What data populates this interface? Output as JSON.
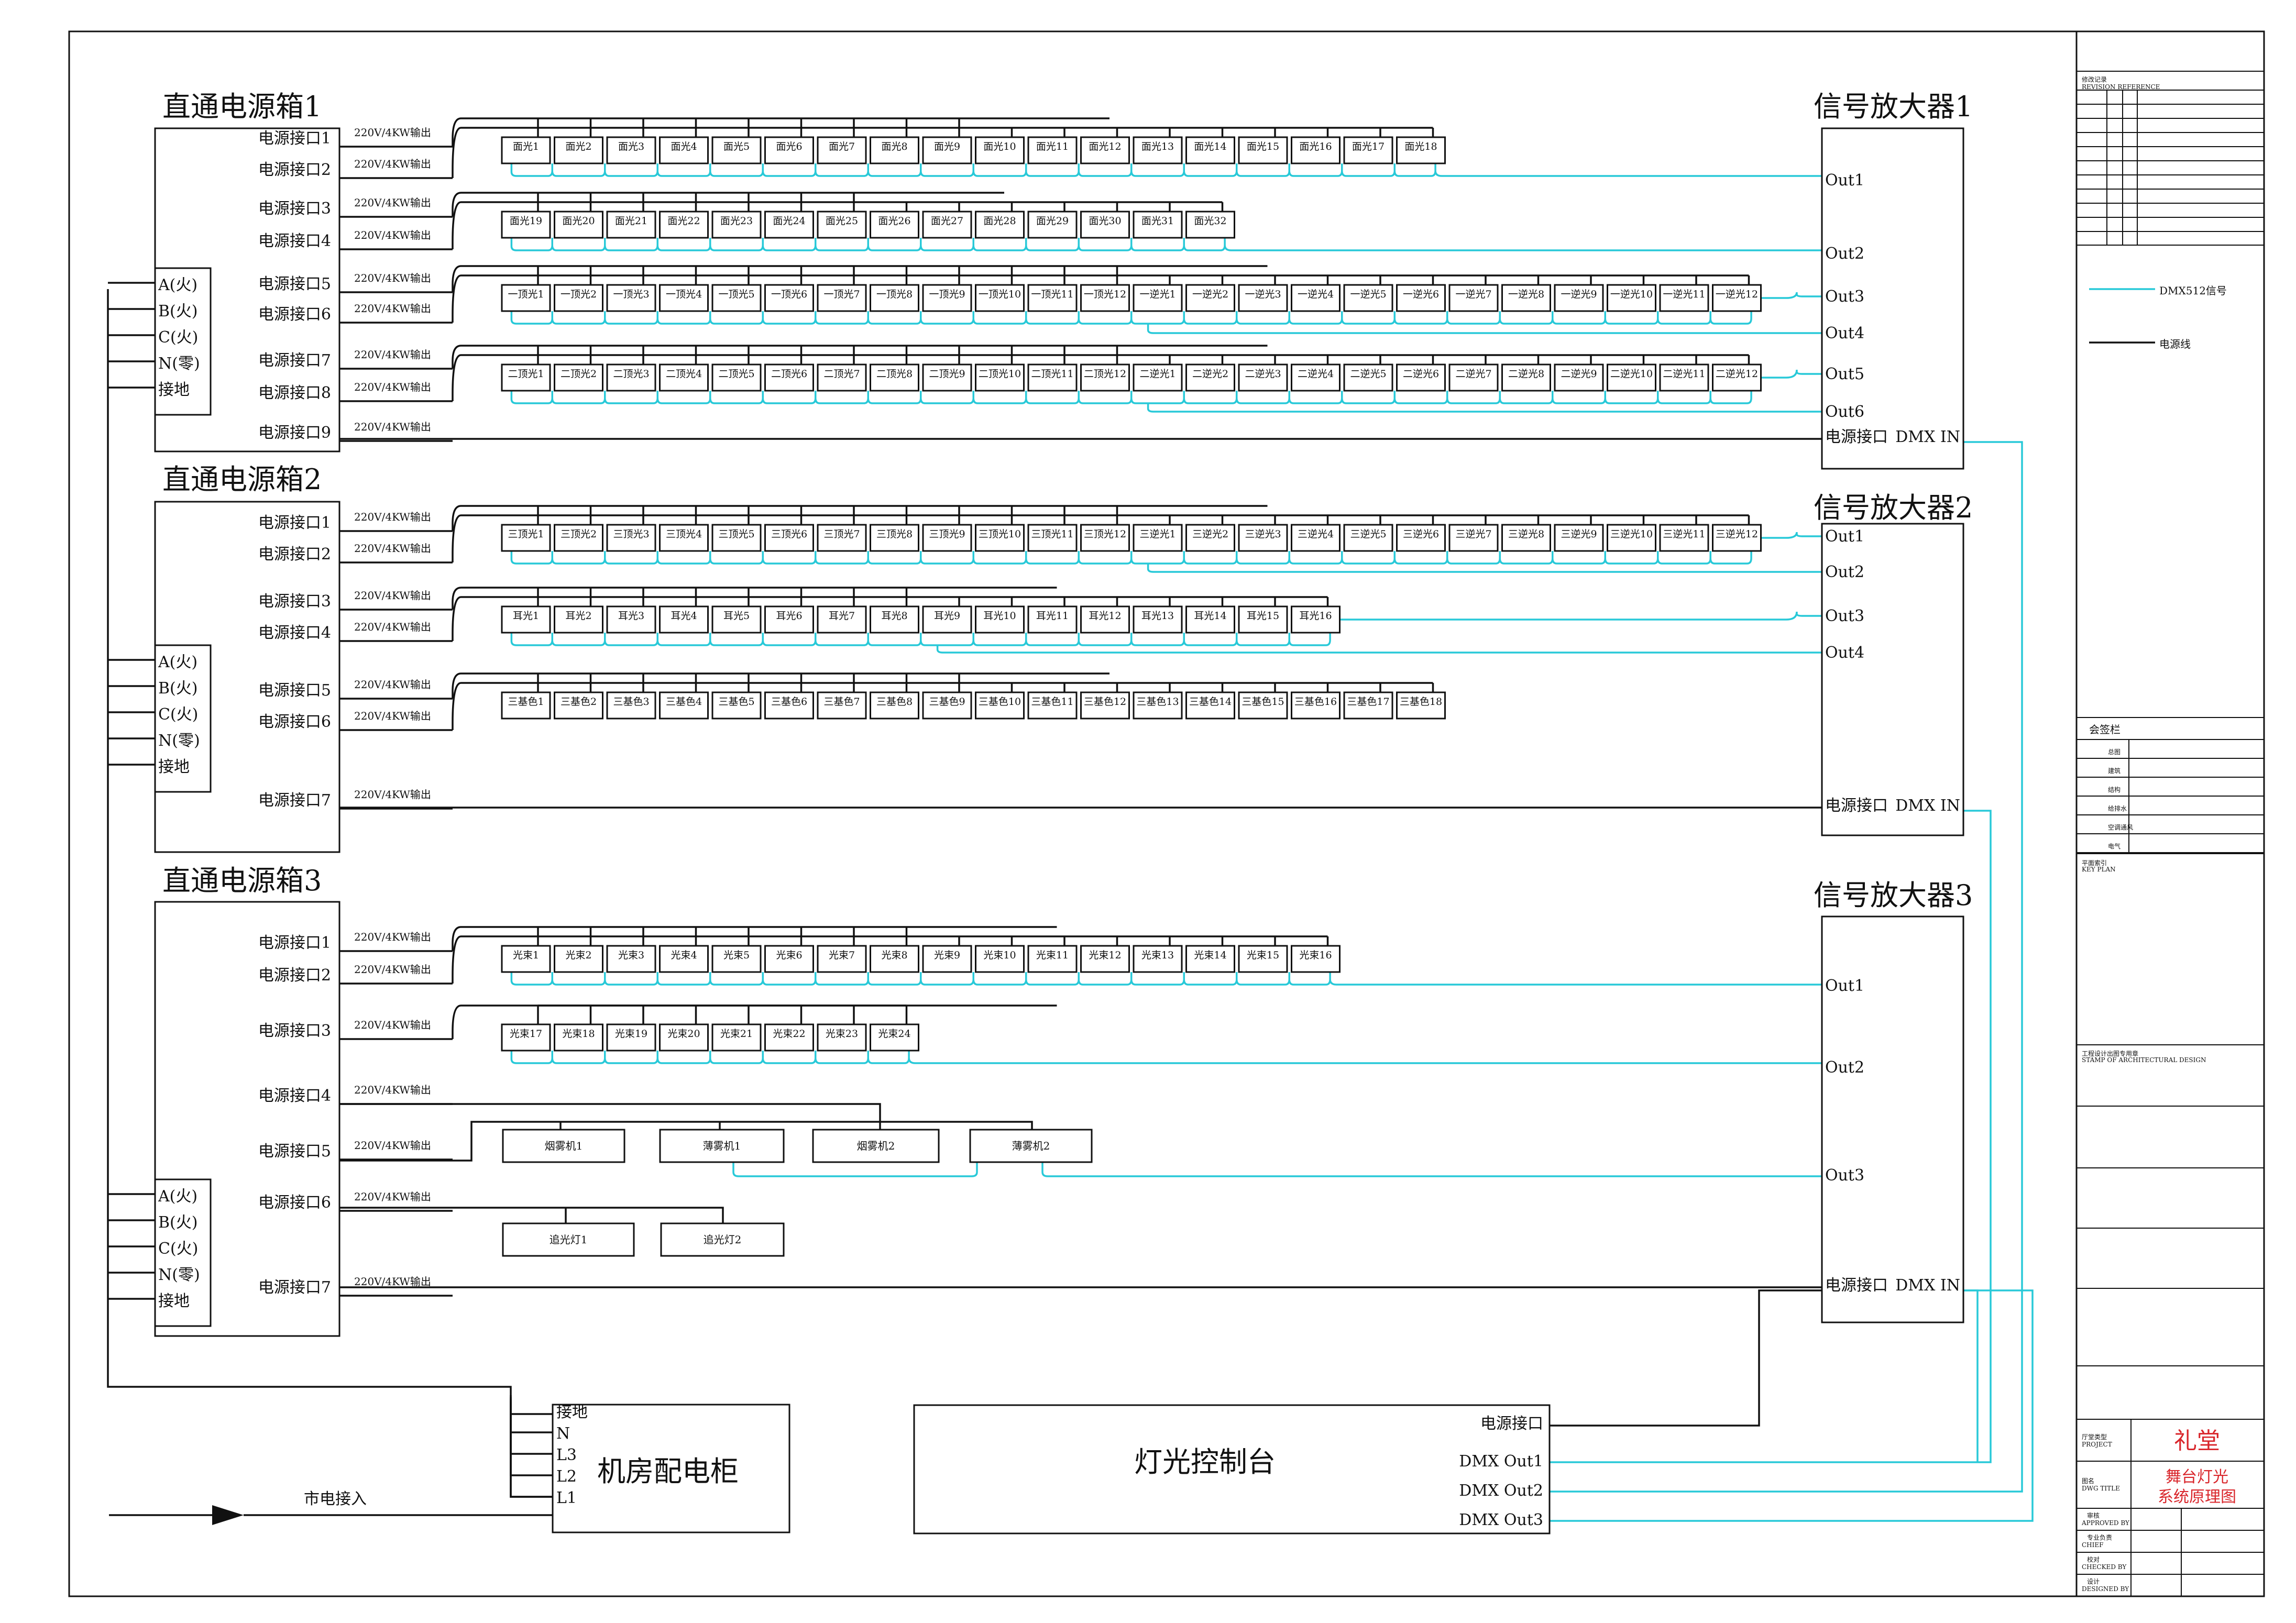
{
  "colors": {
    "power_line": "#111111",
    "dmx_line": "#28c9d8",
    "title_red": "#d9262b"
  },
  "power_boxes": [
    {
      "title": "直通电源箱1",
      "phases": [
        "A(火)",
        "B(火)",
        "C(火)",
        "N(零)",
        "接地"
      ],
      "ports": [
        {
          "label": "电源接口1",
          "output": "220V/4KW输出"
        },
        {
          "label": "电源接口2",
          "output": "220V/4KW输出"
        },
        {
          "label": "电源接口3",
          "output": "220V/4KW输出"
        },
        {
          "label": "电源接口4",
          "output": "220V/4KW输出"
        },
        {
          "label": "电源接口5",
          "output": "220V/4KW输出"
        },
        {
          "label": "电源接口6",
          "output": "220V/4KW输出"
        },
        {
          "label": "电源接口7",
          "output": "220V/4KW输出"
        },
        {
          "label": "电源接口8",
          "output": "220V/4KW输出"
        },
        {
          "label": "电源接口9",
          "output": "220V/4KW输出"
        }
      ]
    },
    {
      "title": "直通电源箱2",
      "phases": [
        "A(火)",
        "B(火)",
        "C(火)",
        "N(零)",
        "接地"
      ],
      "ports": [
        {
          "label": "电源接口1",
          "output": "220V/4KW输出"
        },
        {
          "label": "电源接口2",
          "output": "220V/4KW输出"
        },
        {
          "label": "电源接口3",
          "output": "220V/4KW输出"
        },
        {
          "label": "电源接口4",
          "output": "220V/4KW输出"
        },
        {
          "label": "电源接口5",
          "output": "220V/4KW输出"
        },
        {
          "label": "电源接口6",
          "output": "220V/4KW输出"
        },
        {
          "label": "电源接口7",
          "output": "220V/4KW输出"
        }
      ]
    },
    {
      "title": "直通电源箱3",
      "phases": [
        "A(火)",
        "B(火)",
        "C(火)",
        "N(零)",
        "接地"
      ],
      "ports": [
        {
          "label": "电源接口1",
          "output": "220V/4KW输出"
        },
        {
          "label": "电源接口2",
          "output": "220V/4KW输出"
        },
        {
          "label": "电源接口3",
          "output": "220V/4KW输出"
        },
        {
          "label": "电源接口4",
          "output": "220V/4KW输出"
        },
        {
          "label": "电源接口5",
          "output": "220V/4KW输出"
        },
        {
          "label": "电源接口6",
          "output": "220V/4KW输出"
        },
        {
          "label": "电源接口7",
          "output": "220V/4KW输出"
        }
      ]
    }
  ],
  "amplifiers": [
    {
      "title": "信号放大器1",
      "outputs": [
        "Out1",
        "Out2",
        "Out3",
        "Out4",
        "Out5",
        "Out6"
      ],
      "power_port": "电源接口",
      "dmx_in": "DMX IN"
    },
    {
      "title": "信号放大器2",
      "outputs": [
        "Out1",
        "Out2",
        "Out3",
        "Out4"
      ],
      "power_port": "电源接口",
      "dmx_in": "DMX IN"
    },
    {
      "title": "信号放大器3",
      "outputs": [
        "Out1",
        "Out2",
        "Out3"
      ],
      "power_port": "电源接口",
      "dmx_in": "DMX IN"
    }
  ],
  "fixture_rows": [
    {
      "prefix": "面光",
      "start": 1,
      "count": 18
    },
    {
      "prefix": "面光",
      "start": 19,
      "count": 14
    },
    {
      "prefix": "一顶光",
      "start": 1,
      "count": 12,
      "prefix2": "一逆光",
      "start2": 1,
      "count2": 12
    },
    {
      "prefix": "二顶光",
      "start": 1,
      "count": 12,
      "prefix2": "二逆光",
      "start2": 1,
      "count2": 12
    },
    {
      "prefix": "三顶光",
      "start": 1,
      "count": 12,
      "prefix2": "三逆光",
      "start2": 1,
      "count2": 12
    },
    {
      "prefix": "耳光",
      "start": 1,
      "count": 16
    },
    {
      "prefix": "三基色",
      "start": 1,
      "count": 18
    },
    {
      "prefix": "光束",
      "start": 1,
      "count": 16
    },
    {
      "prefix": "光束",
      "start": 17,
      "count": 8
    }
  ],
  "devices": {
    "smoke_1": "烟雾机1",
    "haze_1": "薄雾机1",
    "smoke_2": "烟雾机2",
    "haze_2": "薄雾机2",
    "follow_1": "追光灯1",
    "follow_2": "追光灯2"
  },
  "cabinet": {
    "title": "机房配电柜",
    "terminals": [
      "接地",
      "N",
      "L3",
      "L2",
      "L1"
    ],
    "mains": "市电接入"
  },
  "console": {
    "title": "灯光控制台",
    "power_port": "电源接口",
    "outs": [
      "DMX Out1",
      "DMX Out2",
      "DMX Out3"
    ]
  },
  "legend": {
    "dmx": "DMX512信号",
    "power": "电源线"
  },
  "title_block": {
    "revision_header": "修改记录",
    "revision_header_en": "REVISION REFERENCE",
    "signature_header": "会签栏",
    "signatures": [
      "总图",
      "建筑",
      "结构",
      "给排水",
      "空调通风",
      "电气"
    ],
    "key_plan": "平面索引",
    "key_plan_en": "KEY PLAN",
    "stamp": "工程设计出图专用章",
    "stamp_en": "STAMP OF ARCHITECTURAL DESIGN",
    "project_label": "厅堂类型",
    "project_label_en": "PROJECT",
    "project": "礼堂",
    "drawing_label": "图名",
    "drawing_label_en": "DWG TITLE",
    "drawing_title_1": "舞台灯光",
    "drawing_title_2": "系统原理图",
    "roles": [
      {
        "cn": "审核",
        "en": "APPROVED BY"
      },
      {
        "cn": "专业负责",
        "en": "CHIEF"
      },
      {
        "cn": "校对",
        "en": "CHECKED BY"
      },
      {
        "cn": "设计",
        "en": "DESIGNED BY"
      }
    ]
  }
}
